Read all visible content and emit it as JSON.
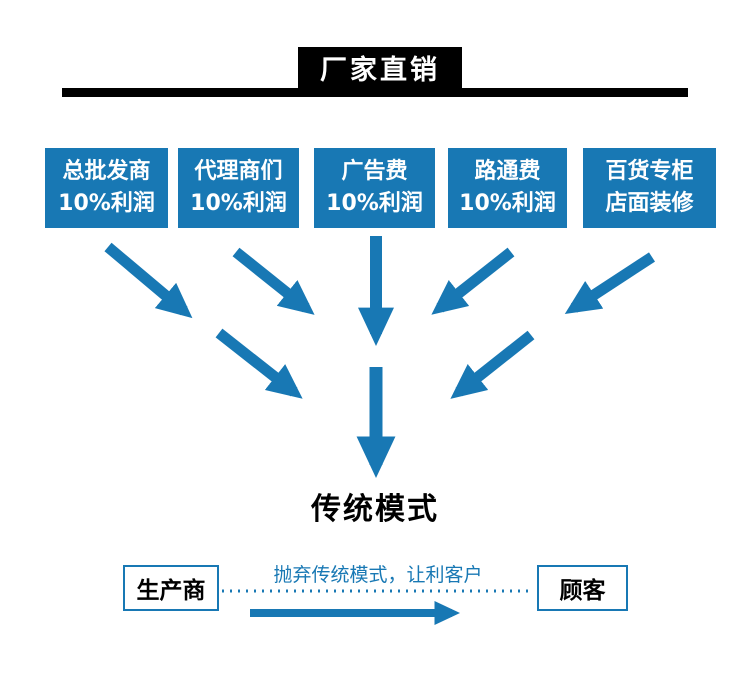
{
  "colors": {
    "accent": "#1878b4",
    "banner": "#000000"
  },
  "header": {
    "title": "厂家直销"
  },
  "cost_boxes": [
    {
      "line1": "总批发商",
      "line2": "10%利润"
    },
    {
      "line1": "代理商们",
      "line2": "10%利润"
    },
    {
      "line1": "广告费",
      "line2": "10%利润"
    },
    {
      "line1": "路通费",
      "line2": "10%利润"
    },
    {
      "line1": "百货专柜",
      "line2": "店面装修"
    }
  ],
  "funnel_label": "传统模式",
  "bottom": {
    "producer_label": "生产商",
    "customer_label": "顾客",
    "caption": "抛弃传统模式，让利客户"
  }
}
